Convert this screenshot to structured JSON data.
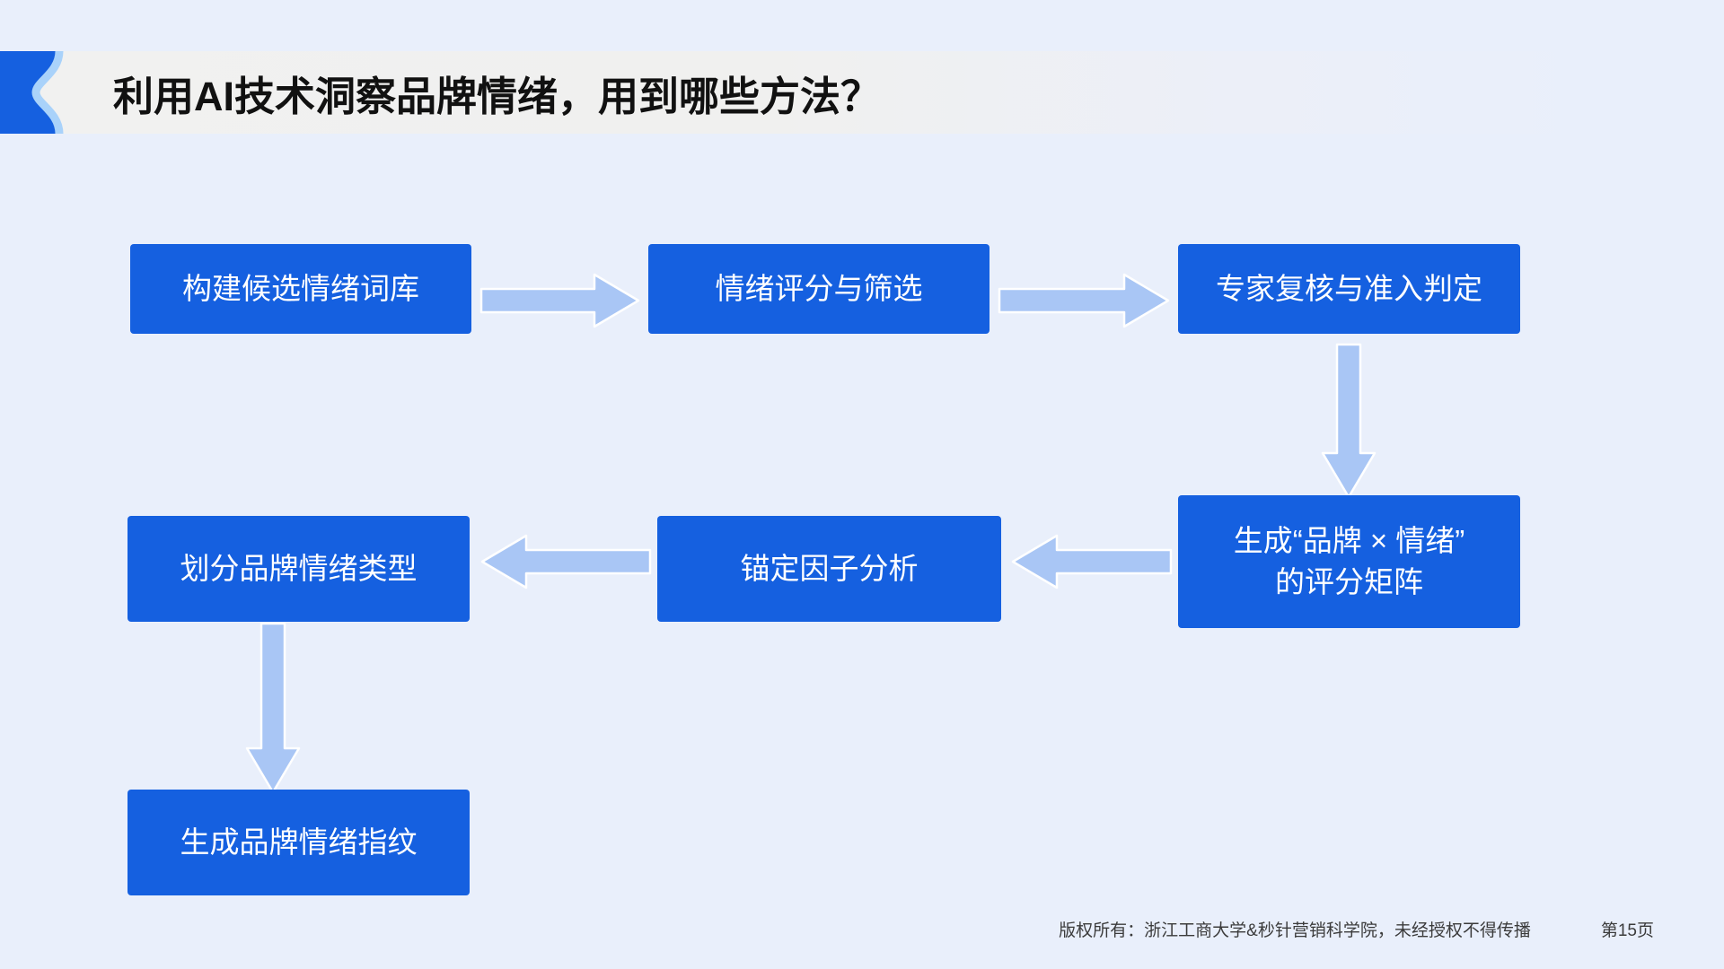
{
  "slide": {
    "title": "利用AI技术洞察品牌情绪，用到哪些方法？",
    "background_color": "#e9effb",
    "accent_color": "#1560e0",
    "accent_light_color": "#a9c6f5",
    "header_band_color": "#f0f0ef",
    "title_color": "#111111"
  },
  "diagram": {
    "type": "flowchart",
    "nodes": [
      {
        "id": "n1",
        "label": "构建候选情绪词库"
      },
      {
        "id": "n2",
        "label": "情绪评分与筛选"
      },
      {
        "id": "n3",
        "label": "专家复核与准入判定"
      },
      {
        "id": "n4",
        "label": "生成“品牌 × 情绪”\n的评分矩阵"
      },
      {
        "id": "n5",
        "label": "锚定因子分析"
      },
      {
        "id": "n6",
        "label": "划分品牌情绪类型"
      },
      {
        "id": "n7",
        "label": "生成品牌情绪指纹"
      }
    ],
    "edges": [
      {
        "from": "n1",
        "to": "n2",
        "direction": "right"
      },
      {
        "from": "n2",
        "to": "n3",
        "direction": "right"
      },
      {
        "from": "n3",
        "to": "n4",
        "direction": "down"
      },
      {
        "from": "n4",
        "to": "n5",
        "direction": "left"
      },
      {
        "from": "n5",
        "to": "n6",
        "direction": "left"
      },
      {
        "from": "n6",
        "to": "n7",
        "direction": "down"
      }
    ]
  },
  "footer": {
    "copyright": "版权所有：浙江工商大学&秒针营销科学院，未经授权不得传播",
    "page_number": "第15页"
  }
}
